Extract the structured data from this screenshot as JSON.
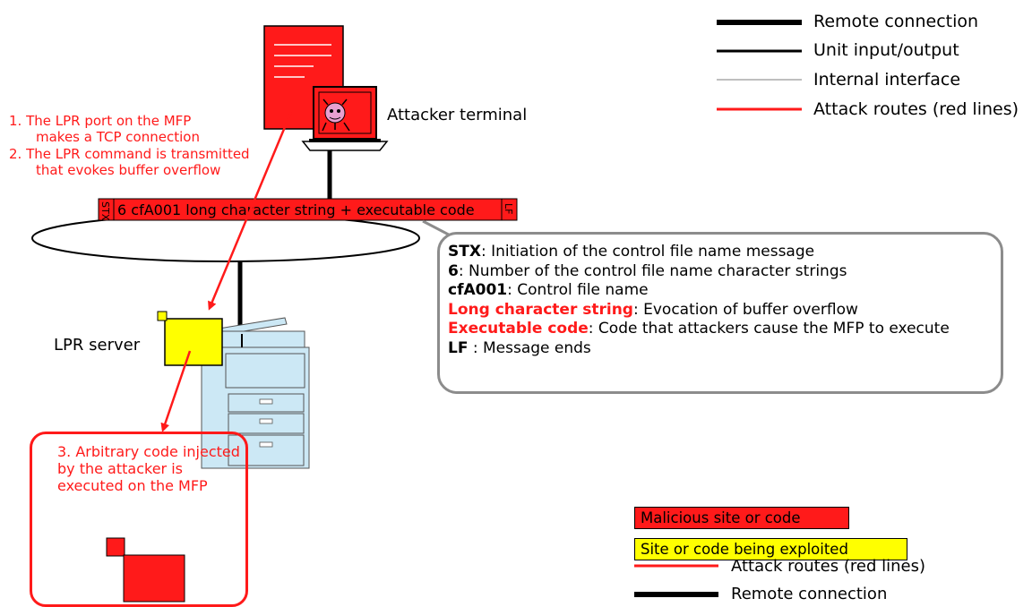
{
  "legend_top": [
    {
      "label": "Remote connection",
      "color": "#000000",
      "weight": "thick"
    },
    {
      "label": "Unit input/output",
      "color": "#000000",
      "weight": "medium"
    },
    {
      "label": "Internal interface",
      "color": "#bfbfbf",
      "weight": "thin"
    },
    {
      "label": "Attack routes (red lines)",
      "color": "#ff1a1a",
      "weight": "medium"
    }
  ],
  "steps": {
    "step1_line1": "1.  The LPR port on the MFP",
    "step1_line2": "makes a TCP connection",
    "step2_line1": "2.  The LPR command is transmitted",
    "step2_line2": "that evokes buffer overflow",
    "step3": "3. Arbitrary code injected by the attacker is executed on the MFP"
  },
  "attacker_label": "Attacker terminal",
  "server_label": "LPR server",
  "packet": {
    "start_marker": "STX",
    "text": "6 cfA001 long character string + executable code",
    "end_marker": "LF"
  },
  "callout": [
    {
      "term": "STX",
      "desc": ": Initiation of the control file name message",
      "style": "bold"
    },
    {
      "term": "6",
      "desc": ": Number of the control file name character strings",
      "style": "bold"
    },
    {
      "term": "cfA001",
      "desc": ": Control file name",
      "style": "bold"
    },
    {
      "term": "Long character string",
      "desc": ": Evocation of buffer overflow",
      "style": "red"
    },
    {
      "term": "Executable code",
      "desc": ": Code that attackers cause the MFP to execute",
      "style": "red"
    },
    {
      "term": "LF",
      "desc": " : Message ends",
      "style": "bold"
    }
  ],
  "legend_bottom": {
    "malicious": "Malicious site or code",
    "exploited": "Site or code being exploited",
    "attack_routes": "Attack routes (red lines)",
    "remote": "Remote connection"
  },
  "colors": {
    "malicious": "#ff1a1a",
    "exploited": "#ffff00",
    "printer": "#cce8f5",
    "callout_border": "#8c8c8c"
  }
}
